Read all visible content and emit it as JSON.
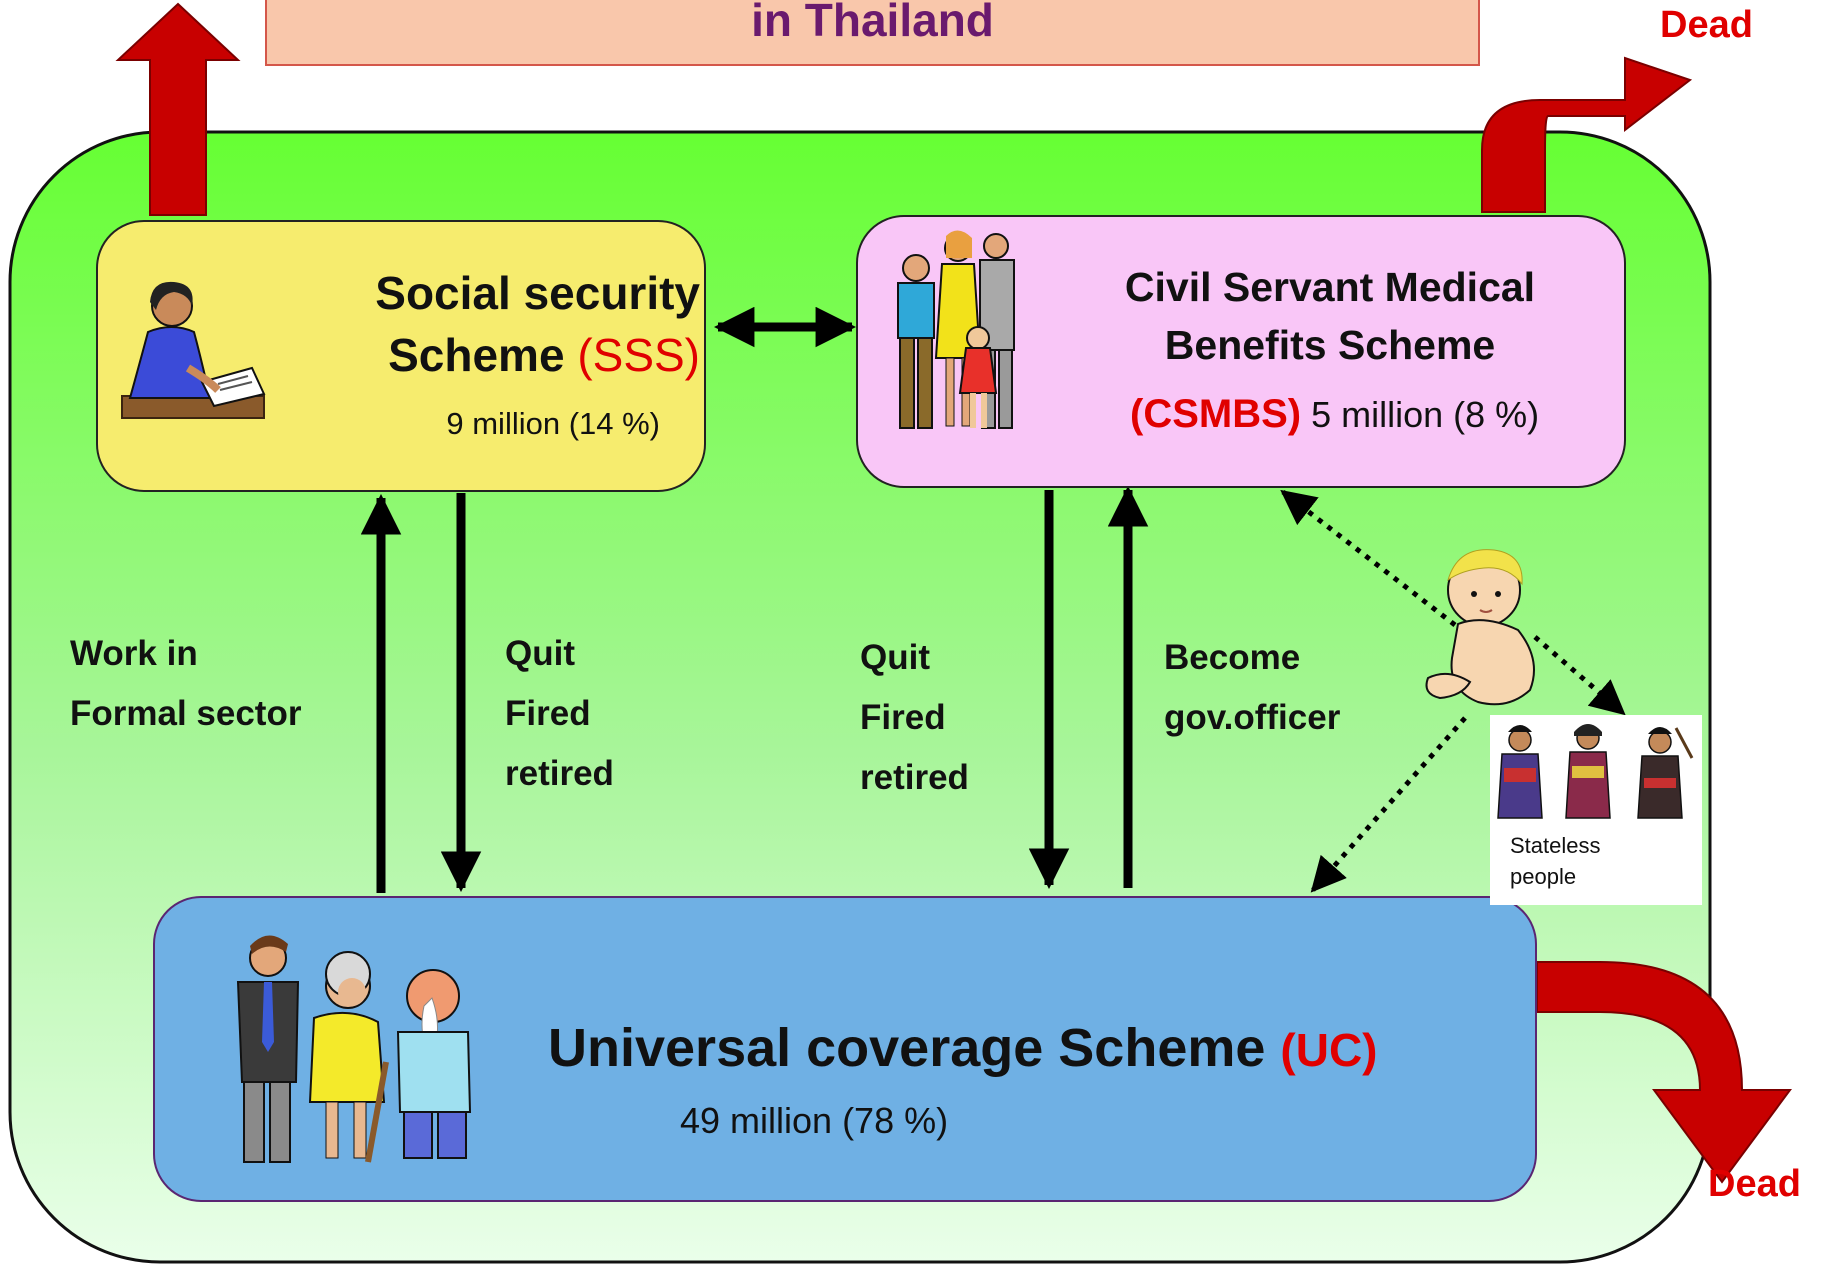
{
  "title": {
    "text": "in Thailand"
  },
  "labels": {
    "dead_top_right": "Dead",
    "dead_bottom_right": "Dead"
  },
  "schemes": {
    "sss": {
      "name_line1": "Social security",
      "name_line2": "Scheme",
      "acronym": "(SSS)",
      "members": "9 million (14 %)"
    },
    "csmbs": {
      "name_line1": "Civil Servant Medical",
      "name_line2": "Benefits  Scheme",
      "acronym": "(CSMBS)",
      "members": "5 million (8 %)"
    },
    "uc": {
      "name": "Universal coverage Scheme",
      "acronym": "(UC)",
      "members": "49 million (78 %)"
    }
  },
  "flows": {
    "uc_to_sss": {
      "line1": "Work in",
      "line2": "Formal sector"
    },
    "sss_to_uc": {
      "line1": "Quit",
      "line2": "Fired",
      "line3": "retired"
    },
    "csmbs_to_uc": {
      "line1": "Quit",
      "line2": "Fired",
      "line3": "retired"
    },
    "uc_to_csmbs": {
      "line1": "Become",
      "line2": "gov.officer"
    }
  },
  "stateless": {
    "line1": "Stateless",
    "line2": "people"
  },
  "colors": {
    "green_gradient_top": "#66ff33",
    "green_gradient_bottom": "#eaffea",
    "sss_box": "#f6ec6e",
    "csmbs_box": "#f9c6f7",
    "uc_box": "#6fb0e4",
    "exit_arrow": "#c80000",
    "title_box": "#f9c7ab",
    "title_text": "#6a1a6e",
    "acronym_red": "#e00000"
  },
  "icons": {
    "sss": "office-worker-icon",
    "csmbs": "family-icon",
    "uc": "elderly-people-icon",
    "baby": "baby-icon",
    "stateless": "hill-tribe-people-icon"
  }
}
